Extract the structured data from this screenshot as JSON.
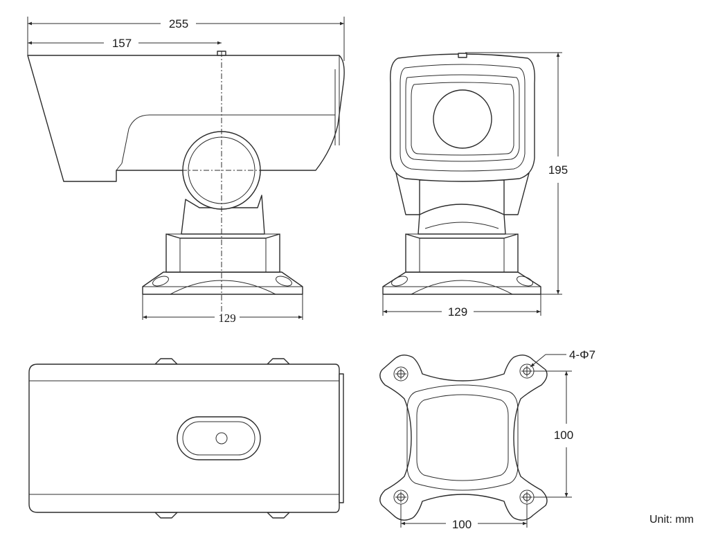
{
  "dimensions": {
    "overall_length": "255",
    "pivot_offset": "157",
    "base_width_side": "129",
    "base_width_front": "129",
    "overall_height": "195",
    "hole_spacing_vertical": "100",
    "hole_spacing_horizontal": "100",
    "mounting_holes": "4-Φ7"
  },
  "unit_label": "Unit: mm"
}
